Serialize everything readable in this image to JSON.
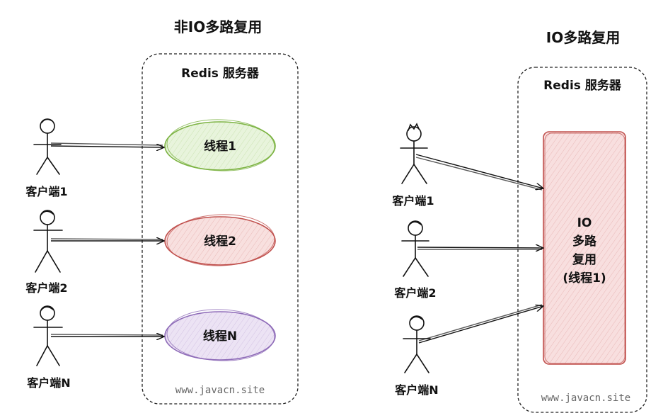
{
  "left": {
    "title": "非IO多路复用",
    "server_label": "Redis 服务器",
    "threads": [
      {
        "label": "线程1",
        "color": "#7cb342",
        "fill": "#e8f4dc"
      },
      {
        "label": "线程2",
        "color": "#c0504d",
        "fill": "#f8e0df"
      },
      {
        "label": "线程N",
        "color": "#8e6bb8",
        "fill": "#ece3f4"
      }
    ],
    "clients": [
      {
        "label": "客户端1"
      },
      {
        "label": "客户端2"
      },
      {
        "label": "客户端N"
      }
    ],
    "watermark": "www.javacn.site"
  },
  "right": {
    "title": "IO多路复用",
    "server_label": "Redis 服务器",
    "multiplexer": {
      "lines": [
        "IO",
        "多路",
        "复用",
        "(线程1)"
      ],
      "color": "#c0504d",
      "fill": "#f8dfdf"
    },
    "clients": [
      {
        "label": "客户端1"
      },
      {
        "label": "客户端2"
      },
      {
        "label": "客户端N"
      }
    ],
    "watermark": "www.javacn.site"
  }
}
